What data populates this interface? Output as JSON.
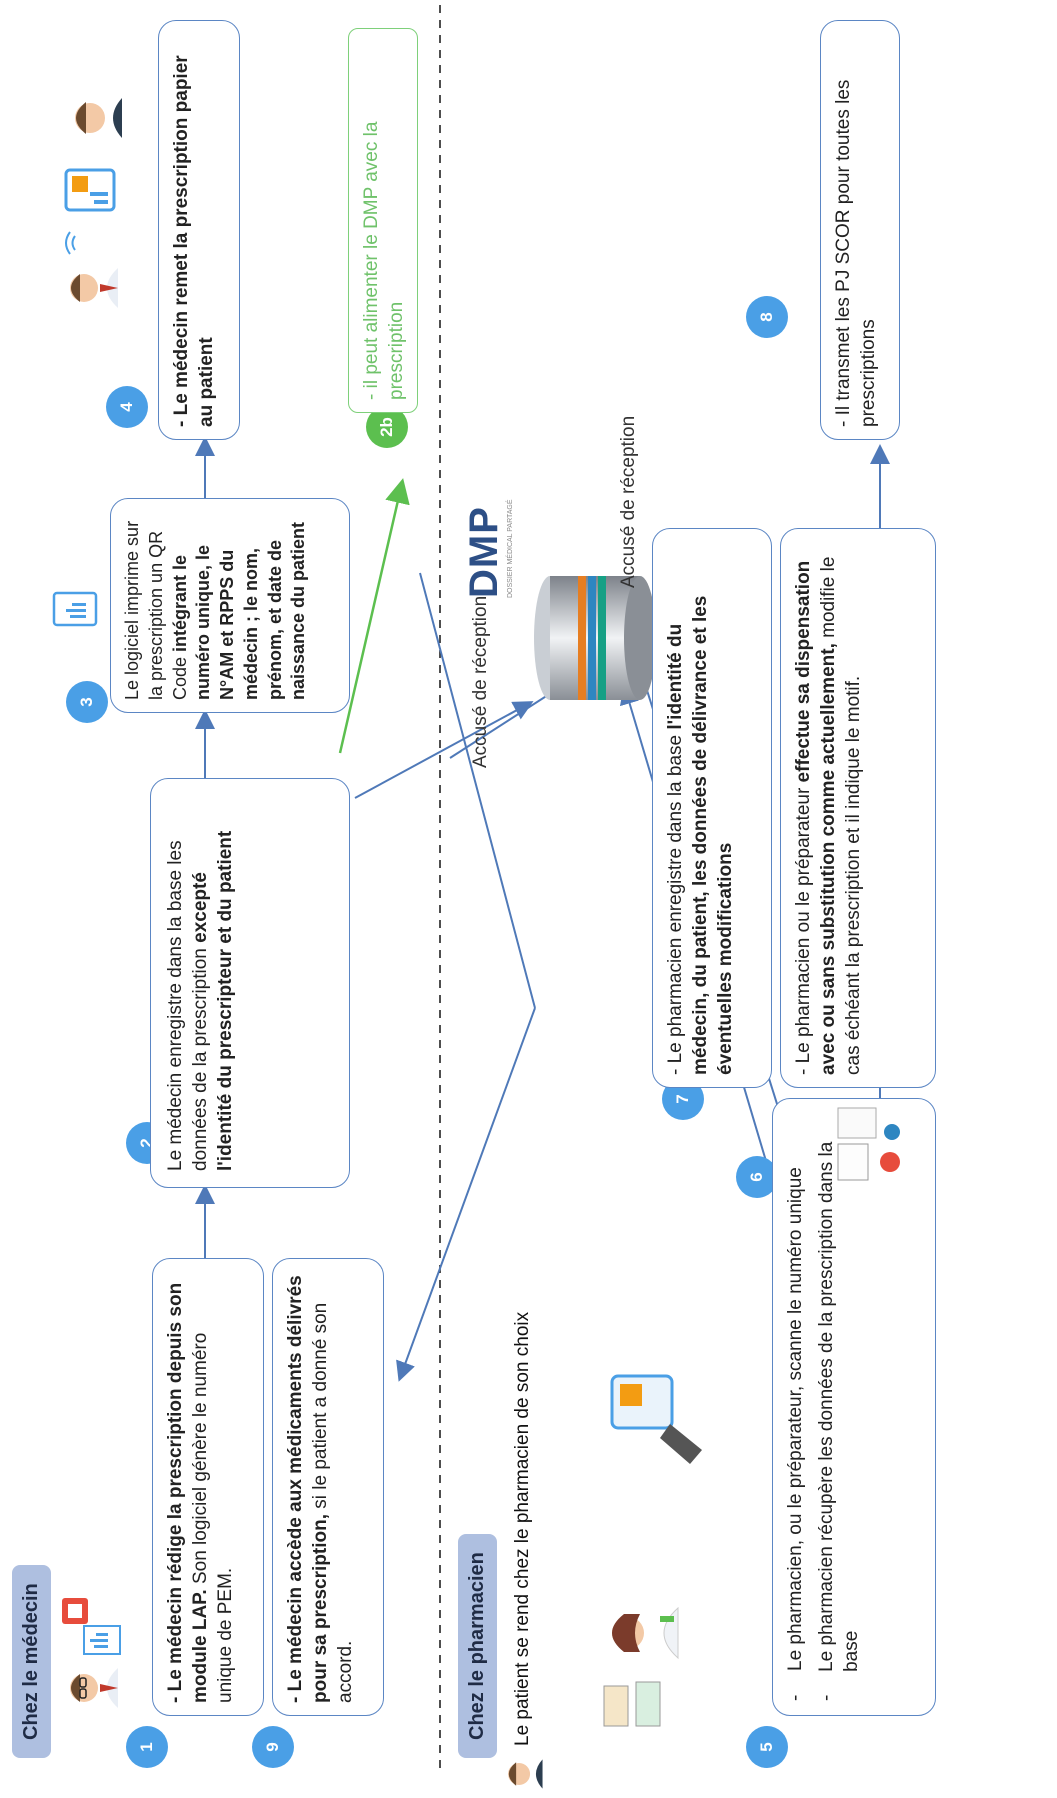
{
  "sections": {
    "doctor": "Chez le médecin",
    "pharmacist": "Chez le pharmacien"
  },
  "patient_choice": "Le patient se rend chez le pharmacien de son choix",
  "receipt_label": "Accusé de réception",
  "badges": [
    "1",
    "2",
    "3",
    "4",
    "2b",
    "5",
    "6",
    "7",
    "8",
    "9"
  ],
  "steps": {
    "s1": {
      "bold": "- Le médecin rédige la prescription depuis son module LAP.",
      "rest": " Son logiciel génère le numéro unique de PEM."
    },
    "s2": {
      "plain": "Le médecin enregistre dans la base les données de la prescription ",
      "bold": "excepté l'identité du prescripteur et du patient"
    },
    "s3": {
      "plain": "Le logiciel imprime sur la prescription un QR Code ",
      "bold": "intégrant le numéro unique, le N°AM et RPPS du médecin ; le nom, prénom, et date de naissance du patient"
    },
    "s4": {
      "bold": "- Le médecin remet la prescription papier au patient"
    },
    "s2b": {
      "text": "- il peut alimenter le DMP avec la prescription"
    },
    "s5": {
      "line1": "Le pharmacien, ou le préparateur, scanne le numéro unique",
      "line2": "Le pharmacien récupère les données de la prescription dans la base"
    },
    "s6": {
      "plain": "- Le pharmacien ou le préparateur ",
      "bold": "effectue sa dispensation  avec ou sans substitution comme actuellement,",
      "rest": " modifie le cas échéant la prescription et il indique le motif."
    },
    "s7": {
      "plain": "- Le pharmacien enregistre dans la base ",
      "bold": "l'identité du médecin, du patient, les données de délivrance et les éventuelles modifications"
    },
    "s8": {
      "text": "- Il transmet les PJ SCOR pour toutes les prescriptions"
    },
    "s9": {
      "bold": "- Le médecin accède aux médicaments délivrés pour sa prescription,",
      "rest": " si le patient a donné son accord."
    }
  },
  "dmp_logo": {
    "text": "DMP",
    "sub": "DOSSIER MÉDICAL PARTAGÉ"
  },
  "colors": {
    "box_border": "#5b86c4",
    "badge": "#4a9fe6",
    "green": "#5cbf4f",
    "section_bg": "#aebfe0",
    "arrow": "#4f79b8"
  },
  "icons": [
    "doctor-icon",
    "patient-icon",
    "qr-document-icon",
    "prescription-icon",
    "database-icon",
    "pharmacist-icon",
    "scanner-icon",
    "medicines-icon",
    "wifi-icon",
    "dmp-logo"
  ]
}
